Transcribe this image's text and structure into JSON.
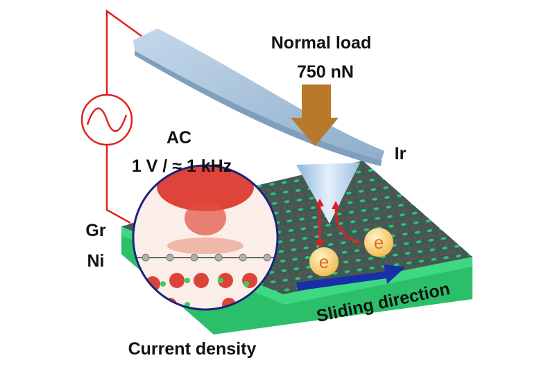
{
  "labels": {
    "normal_load": "Normal load",
    "load_value": "750 nN",
    "ac": "AC",
    "ac_params": "1 V / ≈ 1 kHz",
    "tip_material": "Ir",
    "top_layer": "Gr",
    "substrate": "Ni",
    "electron_1": "e",
    "electron_2": "e",
    "sliding": "Sliding direction",
    "inset": "Current density"
  },
  "colors": {
    "wire": "#e02020",
    "cantilever": "#a9c4dc",
    "load_arrow": "#b87a2a",
    "graphene": "#4a5a55",
    "substrate": "#2ecc71",
    "sliding_arrow": "#1730a8",
    "inset_border": "#1a237e"
  }
}
